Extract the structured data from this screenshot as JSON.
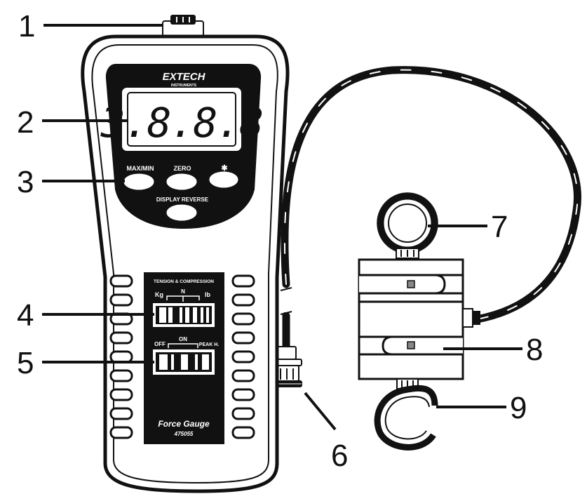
{
  "meter": {
    "brand": "EXTECH",
    "brand_sub": "INSTRUMENTS",
    "display_reading": "3.8.8.8",
    "buttons": {
      "max_min": "MAX/MIN",
      "zero": "ZERO",
      "backlight": "✱",
      "display_reverse": "DISPLAY REVERSE"
    },
    "mode_label": "TENSION & COMPRESSION",
    "units_switch": {
      "left": "Kg",
      "mid": "N",
      "right": "lb"
    },
    "power_switch": {
      "left": "OFF",
      "mid": "ON",
      "right": "PEAK H."
    },
    "product_name": "Force Gauge",
    "model": "475055"
  },
  "callouts": [
    "1",
    "2",
    "3",
    "4",
    "5",
    "6",
    "7",
    "8",
    "9"
  ],
  "colors": {
    "ink": "#111111",
    "body": "#ffffff"
  }
}
